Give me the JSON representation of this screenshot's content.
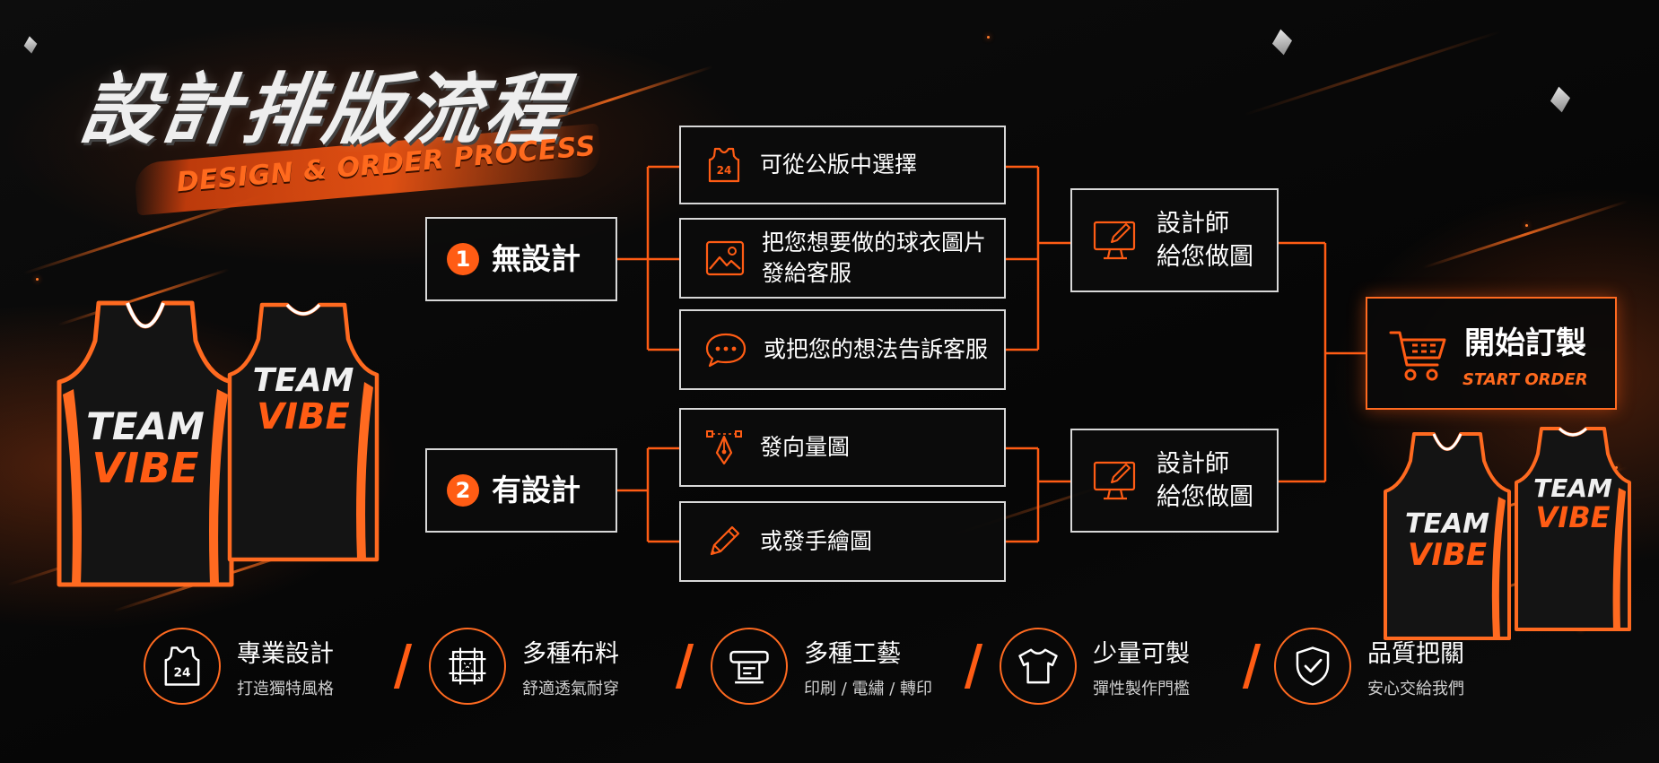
{
  "title": "設計排版流程",
  "subtitle": "DESIGN & ORDER PROCESS",
  "colors": {
    "accent": "#ff5c14",
    "border": "#d8d8d8",
    "background": "#070707"
  },
  "flow": {
    "no_design": {
      "number": "1",
      "label": "無設計",
      "options": [
        {
          "icon": "jersey-24-icon",
          "text": "可從公版中選擇"
        },
        {
          "icon": "image-icon",
          "text": "把您想要做的球衣圖片\n發給客服"
        },
        {
          "icon": "chat-bubble-icon",
          "text": "或把您的想法告訴客服"
        }
      ],
      "designer": {
        "icon": "monitor-pen-icon",
        "text": "設計師\n給您做圖"
      }
    },
    "has_design": {
      "number": "2",
      "label": "有設計",
      "options": [
        {
          "icon": "vector-pen-icon",
          "text": "發向量圖"
        },
        {
          "icon": "pencil-icon",
          "text": "或發手繪圖"
        }
      ],
      "designer": {
        "icon": "monitor-pen-icon",
        "text": "設計師\n給您做圖"
      }
    },
    "start_order": {
      "icon": "shopping-cart-icon",
      "title": "開始訂製",
      "subtitle": "START ORDER"
    }
  },
  "jersey_print": {
    "line1": "TEAM",
    "line2": "VIBE"
  },
  "features": [
    {
      "icon": "jersey-24-icon",
      "title": "專業設計",
      "subtitle": "打造獨特風格"
    },
    {
      "icon": "fabric-grid-icon",
      "title": "多種布料",
      "subtitle": "舒適透氣耐穿"
    },
    {
      "icon": "printer-icon",
      "title": "多種工藝",
      "subtitle": "印刷 / 電繡 / 轉印"
    },
    {
      "icon": "tshirt-icon",
      "title": "少量可製",
      "subtitle": "彈性製作門檻"
    },
    {
      "icon": "shield-check-icon",
      "title": "品質把關",
      "subtitle": "安心交給我們"
    }
  ]
}
